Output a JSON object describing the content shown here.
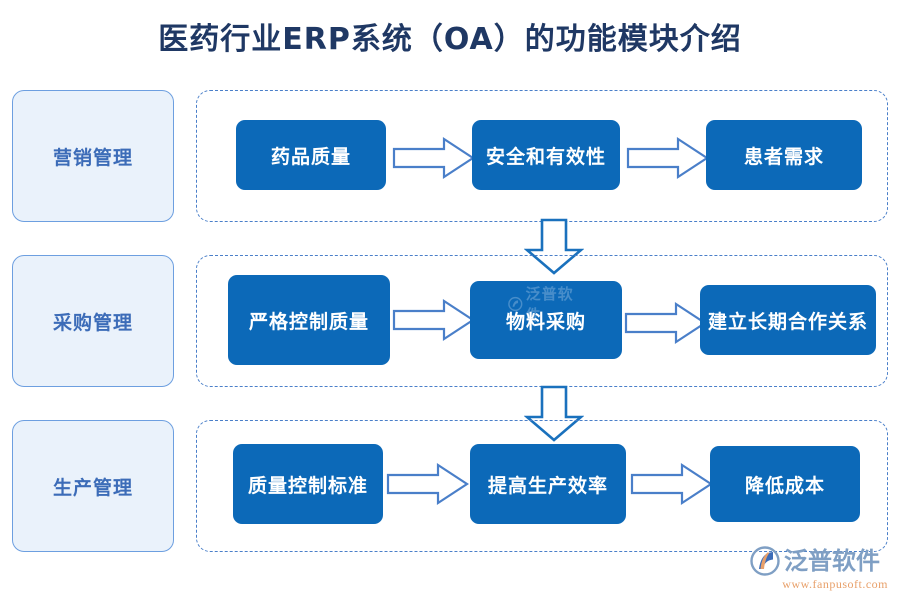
{
  "title": "医药行业ERP系统（OA）的功能模块介绍",
  "colors": {
    "title": "#1f3864",
    "step_fill": "#0c69b8",
    "step_text": "#ffffff",
    "category_fill": "#eaf2fb",
    "category_border": "#6d9fe0",
    "category_text": "#3c6cb8",
    "dashed_border": "#4a7fc9",
    "arrow_stroke": "#1a71bd",
    "brand_text": "#7f9fc4",
    "brand_url": "#e8a06a"
  },
  "rows": [
    {
      "category": "营销管理",
      "steps": [
        "药品质量",
        "安全和有效性",
        "患者需求"
      ],
      "connectors": [
        "arrow-right-icon",
        "arrow-right-icon"
      ]
    },
    {
      "category": "采购管理",
      "steps": [
        "严格控制质量",
        "物料采购",
        "建立长期合作关系"
      ],
      "connectors": [
        "arrow-right-icon",
        "arrow-right-icon"
      ]
    },
    {
      "category": "生产管理",
      "steps": [
        "质量控制标准",
        "提高生产效率",
        "降低成本"
      ],
      "connectors": [
        "arrow-right-icon",
        "arrow-right-icon"
      ]
    }
  ],
  "row_connectors": [
    "arrow-down-icon",
    "arrow-down-icon"
  ],
  "watermark": {
    "text": "泛普软件"
  },
  "brand": {
    "name": "泛普软件",
    "url": "www.fanpusoft.com",
    "mark": "fanpu-logo-icon"
  }
}
